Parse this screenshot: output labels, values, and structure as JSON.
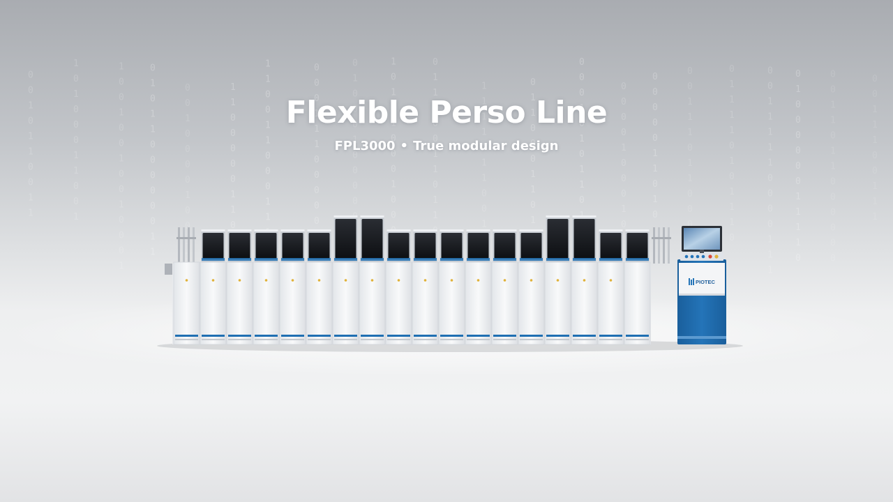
{
  "headline": "Flexible Perso Line",
  "subline": {
    "model": "FPL3000",
    "separator": "•",
    "tagline": "True modular design"
  },
  "machine": {
    "brand_label": "PIOTEC",
    "module_count": 18,
    "tall_module_indices": [
      6,
      7,
      14,
      15
    ],
    "icons": [
      "binary-code-backdrop",
      "card-personalization-machine",
      "control-terminal",
      "touchscreen-monitor"
    ]
  },
  "colors": {
    "accent_blue": "#1f6fb2",
    "module_white": "#f4f5f7",
    "screen_black": "#121418",
    "status_amber": "#e0b23a"
  }
}
